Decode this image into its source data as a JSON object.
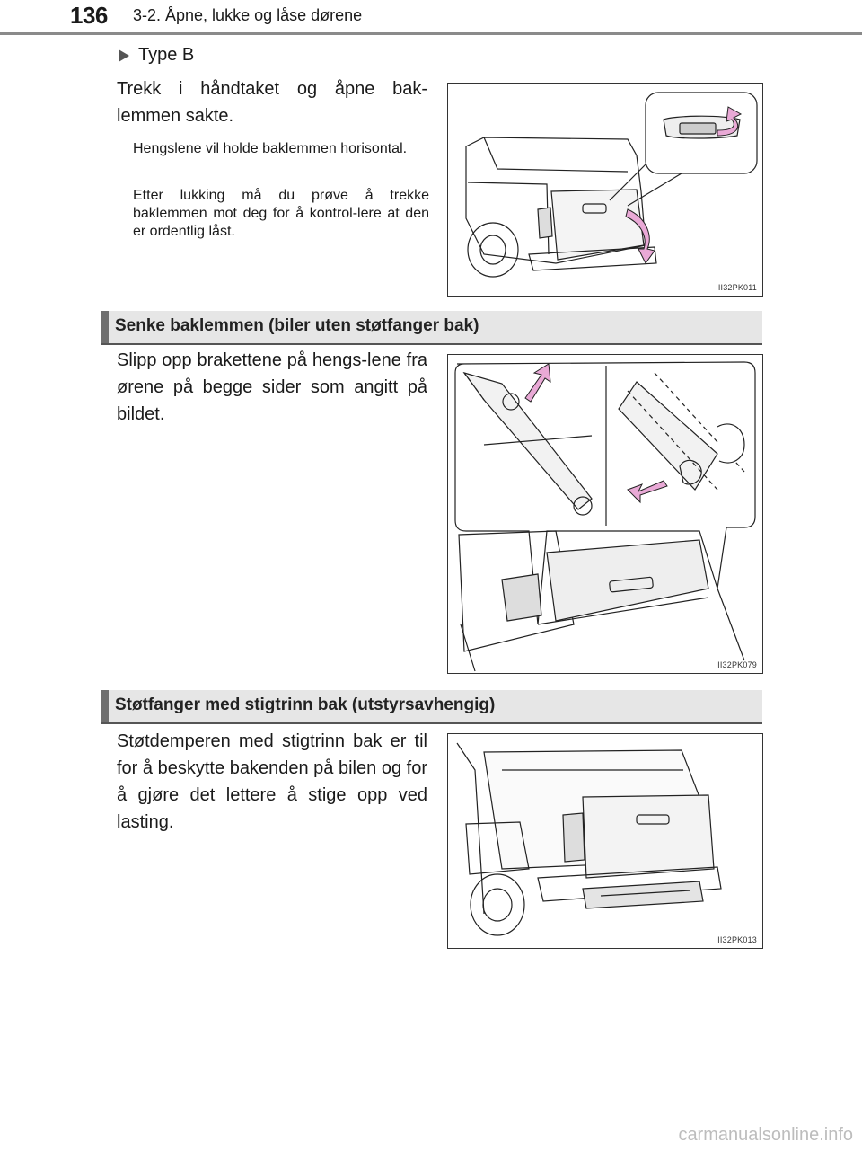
{
  "header": {
    "page_number": "136",
    "chapter_title": "3-2. Åpne, lukke og låse dørene"
  },
  "type_b": {
    "label": "Type B",
    "instruction_line1": "Trekk i håndtaket og åpne bak-",
    "instruction_line2": "lemmen sakte.",
    "note1": "Hengslene vil holde baklemmen horisontal.",
    "note2": "Etter lukking må du prøve å trekke baklemmen mot deg for å kontrol-lere at den er ordentlig låst.",
    "figure_code": "II32PK011"
  },
  "section1": {
    "title": "Senke baklemmen (biler uten støtfanger bak)",
    "text": "Slipp opp brakettene på hengs-lene fra ørene på begge sider som angitt på bildet.",
    "figure_code": "II32PK079"
  },
  "section2": {
    "title": "Støtfanger med stigtrinn bak (utstyrsavhengig)",
    "text": "Støtdemperen med stigtrinn bak er til for å beskytte bakenden på bilen og for å gjøre det lettere å stige opp ved lasting.",
    "figure_code": "II32PK013"
  },
  "footer": {
    "watermark": "carmanualsonline.info"
  },
  "colors": {
    "accent_pink": "#e9a9d6",
    "section_bg": "#e6e6e6",
    "rule_gray": "#8a8a8a"
  }
}
